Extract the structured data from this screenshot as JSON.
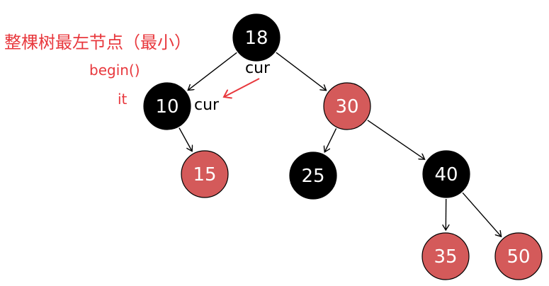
{
  "annotations": {
    "title": "整棵树最左节点（最小）",
    "begin": "begin()",
    "it": "it"
  },
  "cursor_labels": {
    "root": "cur",
    "leftmost": "cur"
  },
  "colors": {
    "black_node": "#000000",
    "red_node": "#d45a5a",
    "annotation": "#e8383d",
    "edge": "#000000"
  },
  "nodes": [
    {
      "id": "n18",
      "value": "18",
      "color": "black"
    },
    {
      "id": "n10",
      "value": "10",
      "color": "black"
    },
    {
      "id": "n30",
      "value": "30",
      "color": "red"
    },
    {
      "id": "n15",
      "value": "15",
      "color": "red"
    },
    {
      "id": "n25",
      "value": "25",
      "color": "black"
    },
    {
      "id": "n40",
      "value": "40",
      "color": "black"
    },
    {
      "id": "n35",
      "value": "35",
      "color": "red"
    },
    {
      "id": "n50",
      "value": "50",
      "color": "red"
    }
  ],
  "edges": [
    {
      "from": "n18",
      "to": "n10"
    },
    {
      "from": "n18",
      "to": "n30"
    },
    {
      "from": "n10",
      "to": "n15"
    },
    {
      "from": "n30",
      "to": "n25"
    },
    {
      "from": "n30",
      "to": "n40"
    },
    {
      "from": "n40",
      "to": "n35"
    },
    {
      "from": "n40",
      "to": "n50"
    }
  ]
}
